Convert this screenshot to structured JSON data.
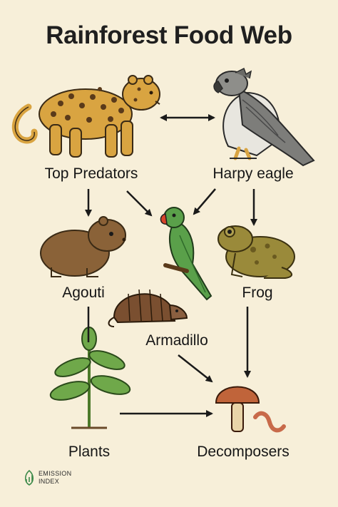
{
  "title": "Rainforest Food Web",
  "nodes": {
    "top_predators": "Top Predators",
    "harpy_eagle": "Harpy eagle",
    "agouti": "Agouti",
    "frog": "Frog",
    "armadillo": "Armadillo",
    "plants": "Plants",
    "decomposers": "Decomposers"
  },
  "logo": {
    "line1": "EMISSION",
    "line2": "INDEX"
  },
  "colors": {
    "background": "#f7efd9",
    "arrow": "#1a1a1a",
    "jaguar": "#d9a441",
    "parrot": "#5aa04a",
    "frog": "#9a8a3a",
    "plant": "#6fa84a",
    "mushroom": "#c0643a"
  }
}
